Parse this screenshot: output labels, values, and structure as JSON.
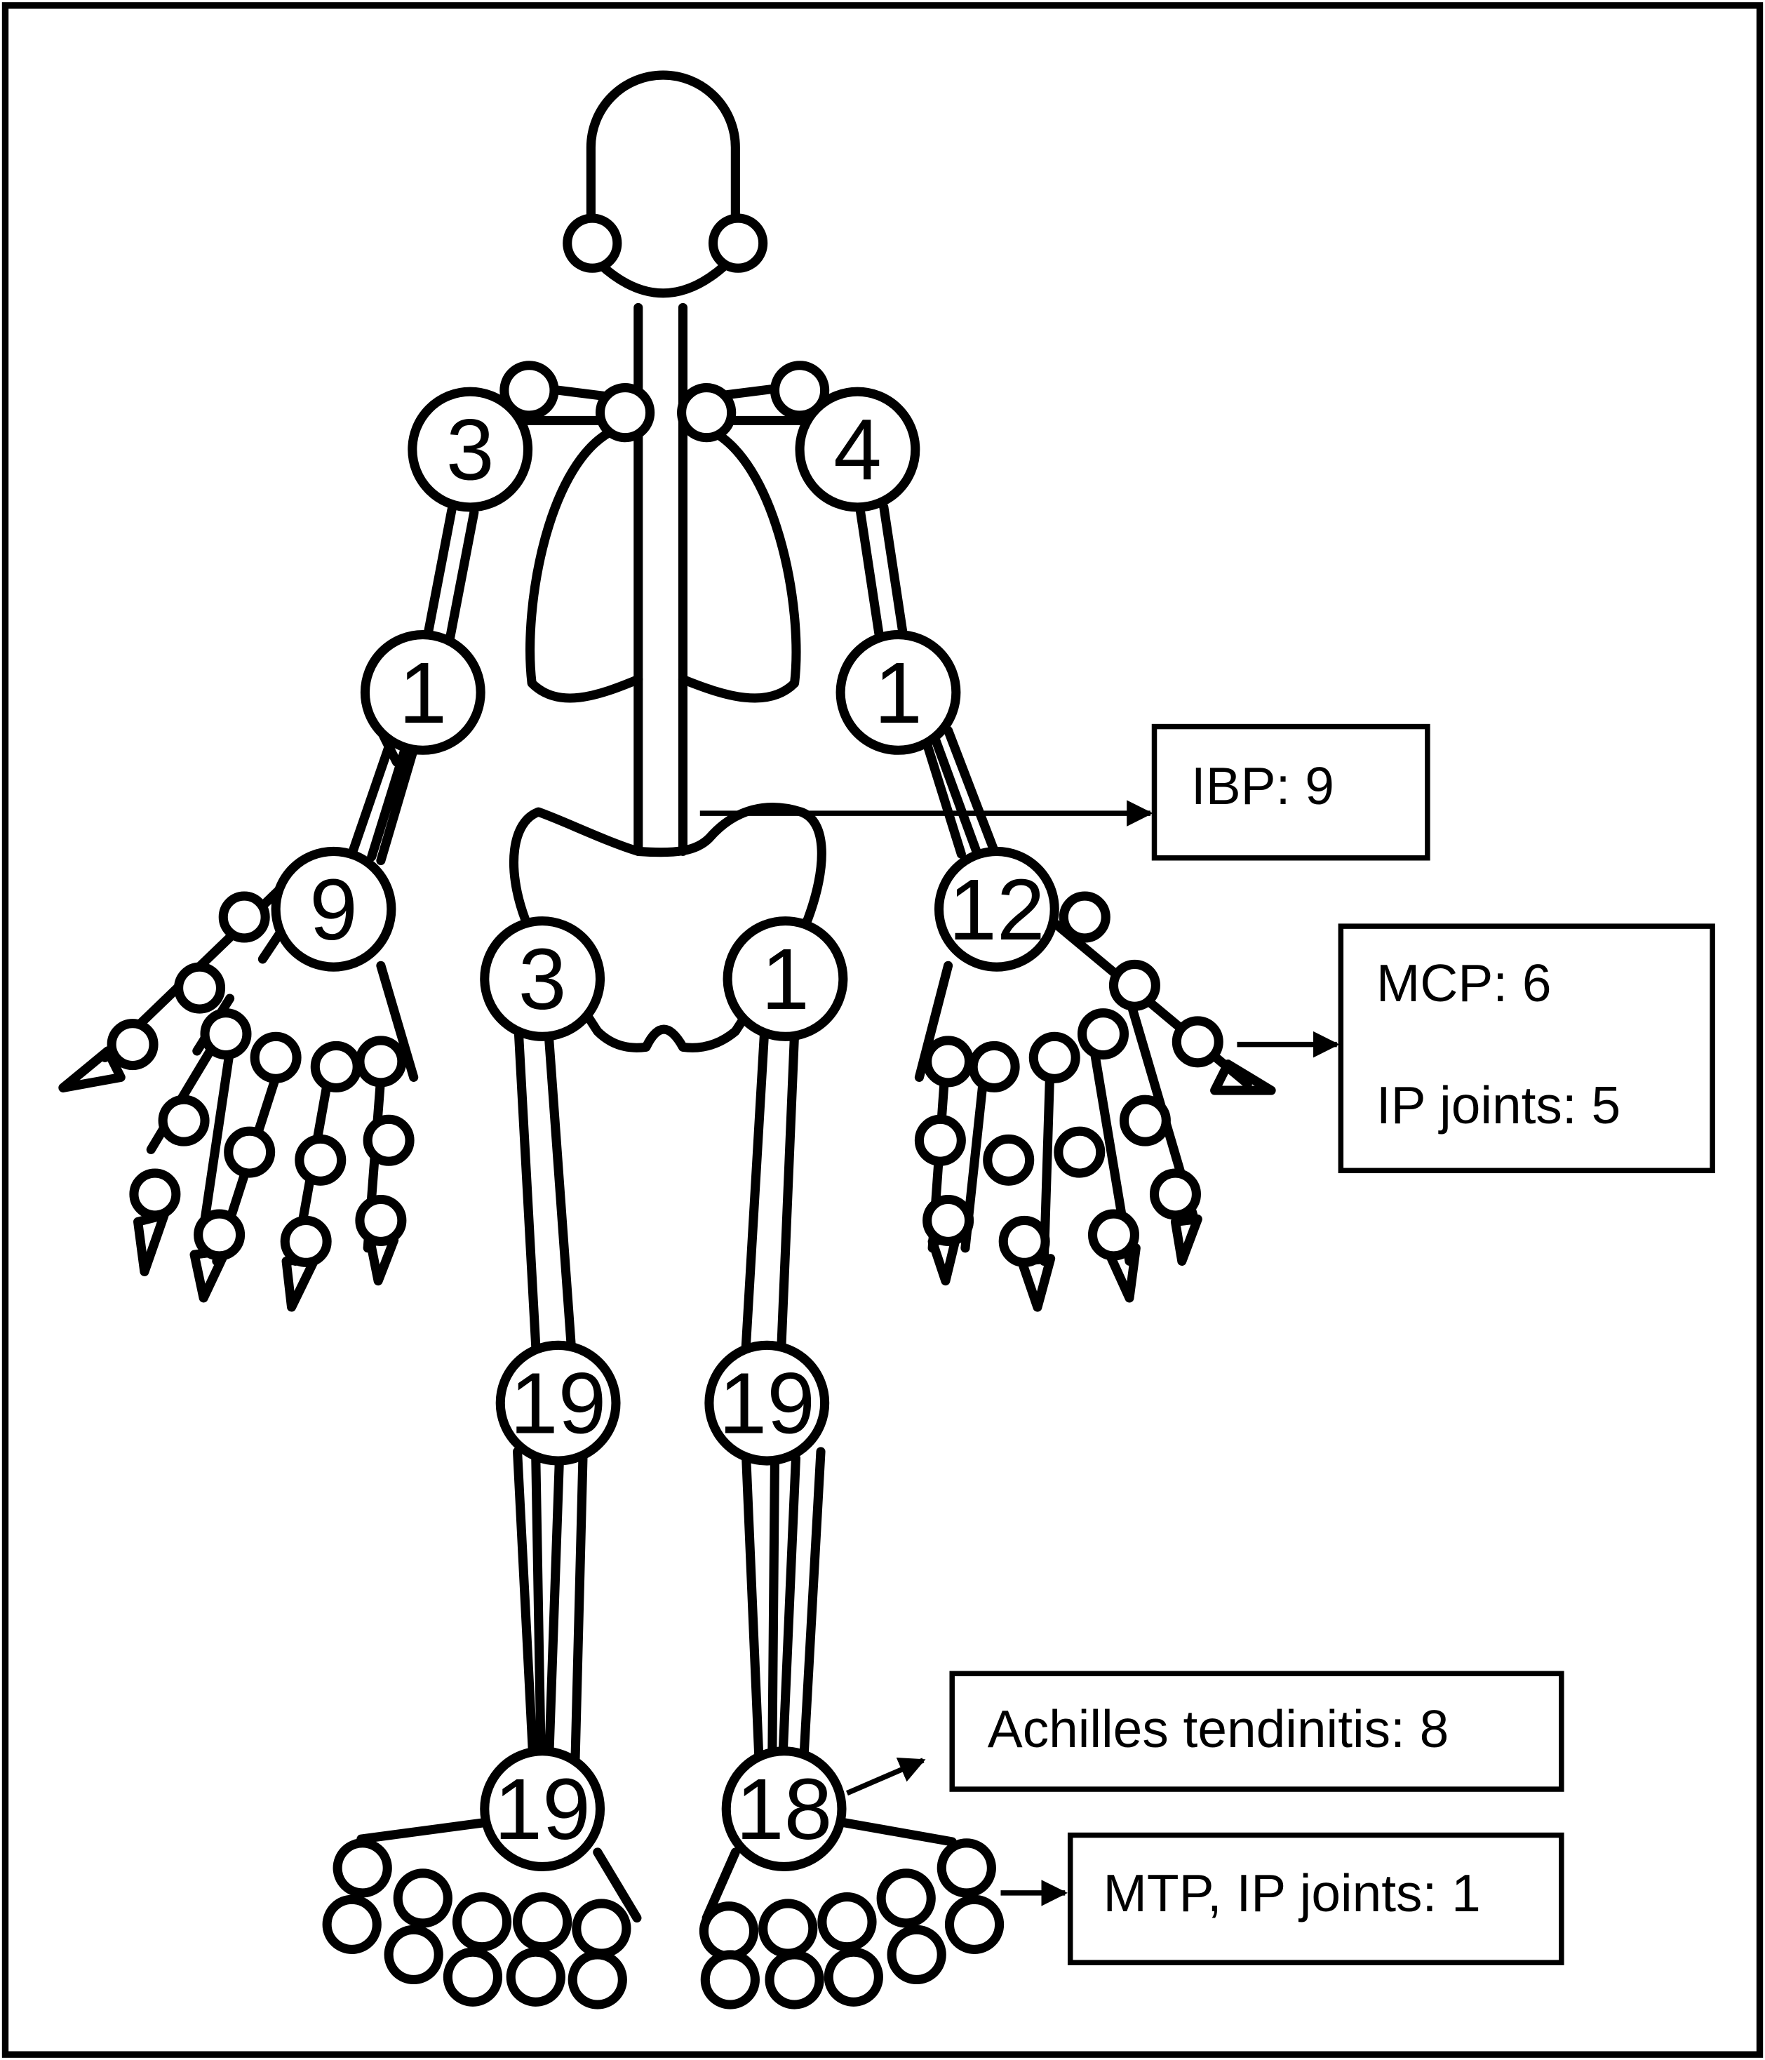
{
  "joints": {
    "right_shoulder": "3",
    "left_shoulder": "4",
    "right_elbow": "1",
    "left_elbow": "1",
    "right_wrist": "9",
    "left_wrist": "12",
    "right_hip": "3",
    "left_hip": "1",
    "right_knee": "19",
    "left_knee": "19",
    "right_ankle": "19",
    "left_ankle": "18"
  },
  "callouts": {
    "ibp": "IBP: 9",
    "mcp": "MCP: 6",
    "ip": "IP joints: 5",
    "achilles": "Achilles tendinitis: 8",
    "mtp": "MTP, IP joints: 1"
  }
}
